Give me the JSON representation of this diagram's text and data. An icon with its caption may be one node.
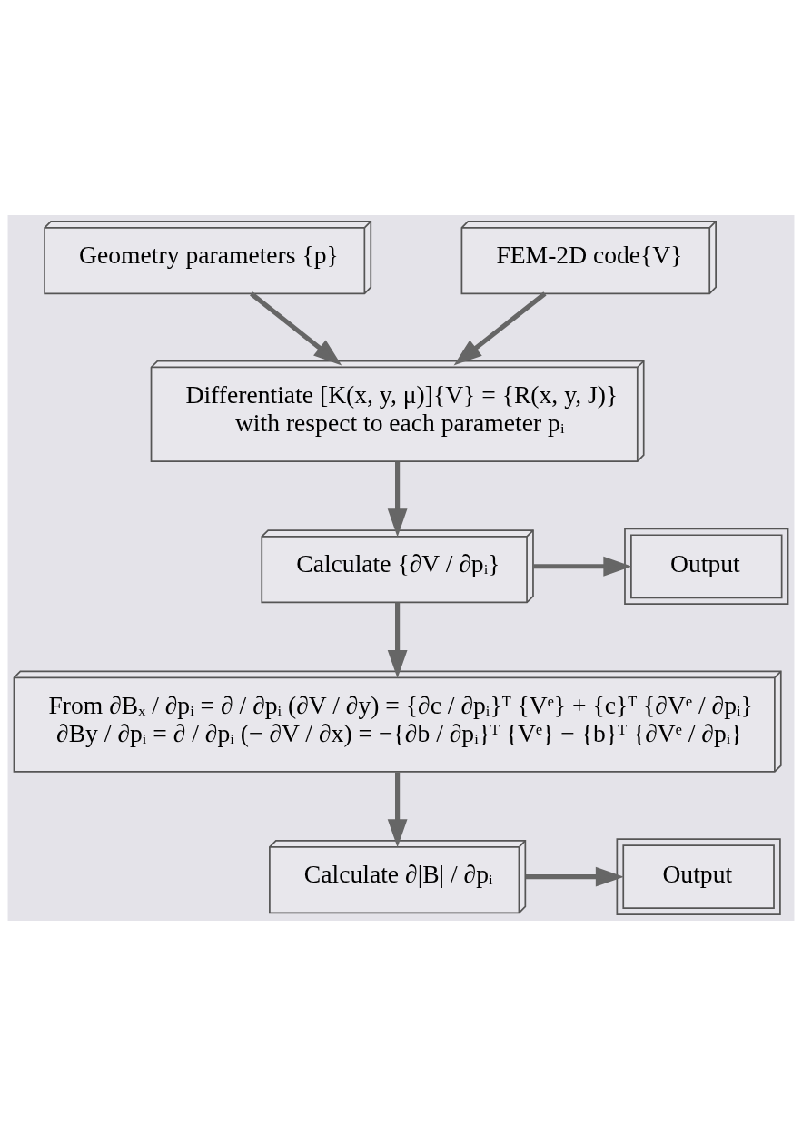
{
  "diagram": {
    "nodes": [
      {
        "text": [
          "Geometry parameters {p}"
        ]
      },
      {
        "text": [
          "FEM-2D code{V}"
        ]
      },
      {
        "text": [
          "Differentiate [K(x, y, μ)]{V} = {R(x, y, J)}",
          "with respect to each parameter pᵢ"
        ]
      },
      {
        "text": [
          "Output"
        ]
      },
      {
        "text": [
          "Calculate {∂V / ∂pᵢ}"
        ]
      },
      {
        "text": [
          "From ∂Bₓ / ∂pᵢ = ∂ / ∂pᵢ (∂V / ∂y) = {∂c / ∂pᵢ}ᵀ {Vᵉ} + {c}ᵀ {∂Vᵉ / ∂pᵢ}",
          "∂By / ∂pᵢ = ∂ / ∂pᵢ (− ∂V / ∂x) = −{∂b / ∂pᵢ}ᵀ {Vᵉ} − {b}ᵀ {∂Vᵉ / ∂pᵢ}"
        ]
      },
      {
        "text": [
          "Output"
        ]
      },
      {
        "text": [
          "Calculate ∂|B| / ∂pᵢ"
        ]
      }
    ],
    "edges": [
      {
        "from": 0,
        "to": 2,
        "arrow": "to"
      },
      {
        "from": 1,
        "to": 2,
        "arrow": "to"
      },
      {
        "from": 2,
        "to": 4,
        "arrow": "to"
      },
      {
        "from": 4,
        "to": 3,
        "arrow": "to"
      },
      {
        "from": 4,
        "to": 5,
        "arrow": "to"
      },
      {
        "from": 5,
        "to": 7,
        "arrow": "to"
      },
      {
        "from": 7,
        "to": 6,
        "arrow": "to"
      }
    ]
  }
}
